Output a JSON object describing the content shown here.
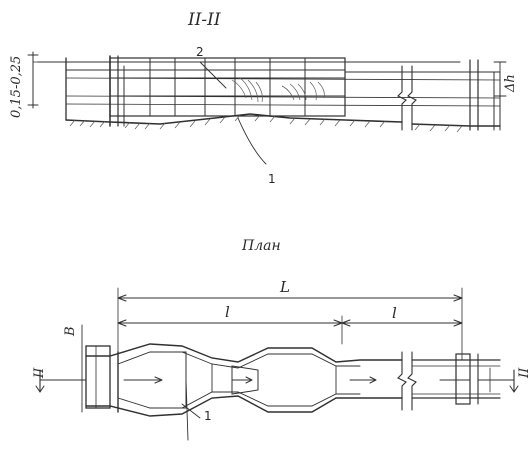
{
  "section": {
    "title": "II-II",
    "depth_label": "0,15-0,25",
    "delta_label": "Δh",
    "callout_upper": "2",
    "callout_lower": "1"
  },
  "plan": {
    "title": "План",
    "dim_total": "L",
    "dim_left": "l",
    "dim_right": "l",
    "width_label": "B",
    "section_mark_left": "II",
    "section_mark_right": "II",
    "callout": "1"
  },
  "colors": {
    "ink": "#303030",
    "paper": "#ffffff"
  }
}
